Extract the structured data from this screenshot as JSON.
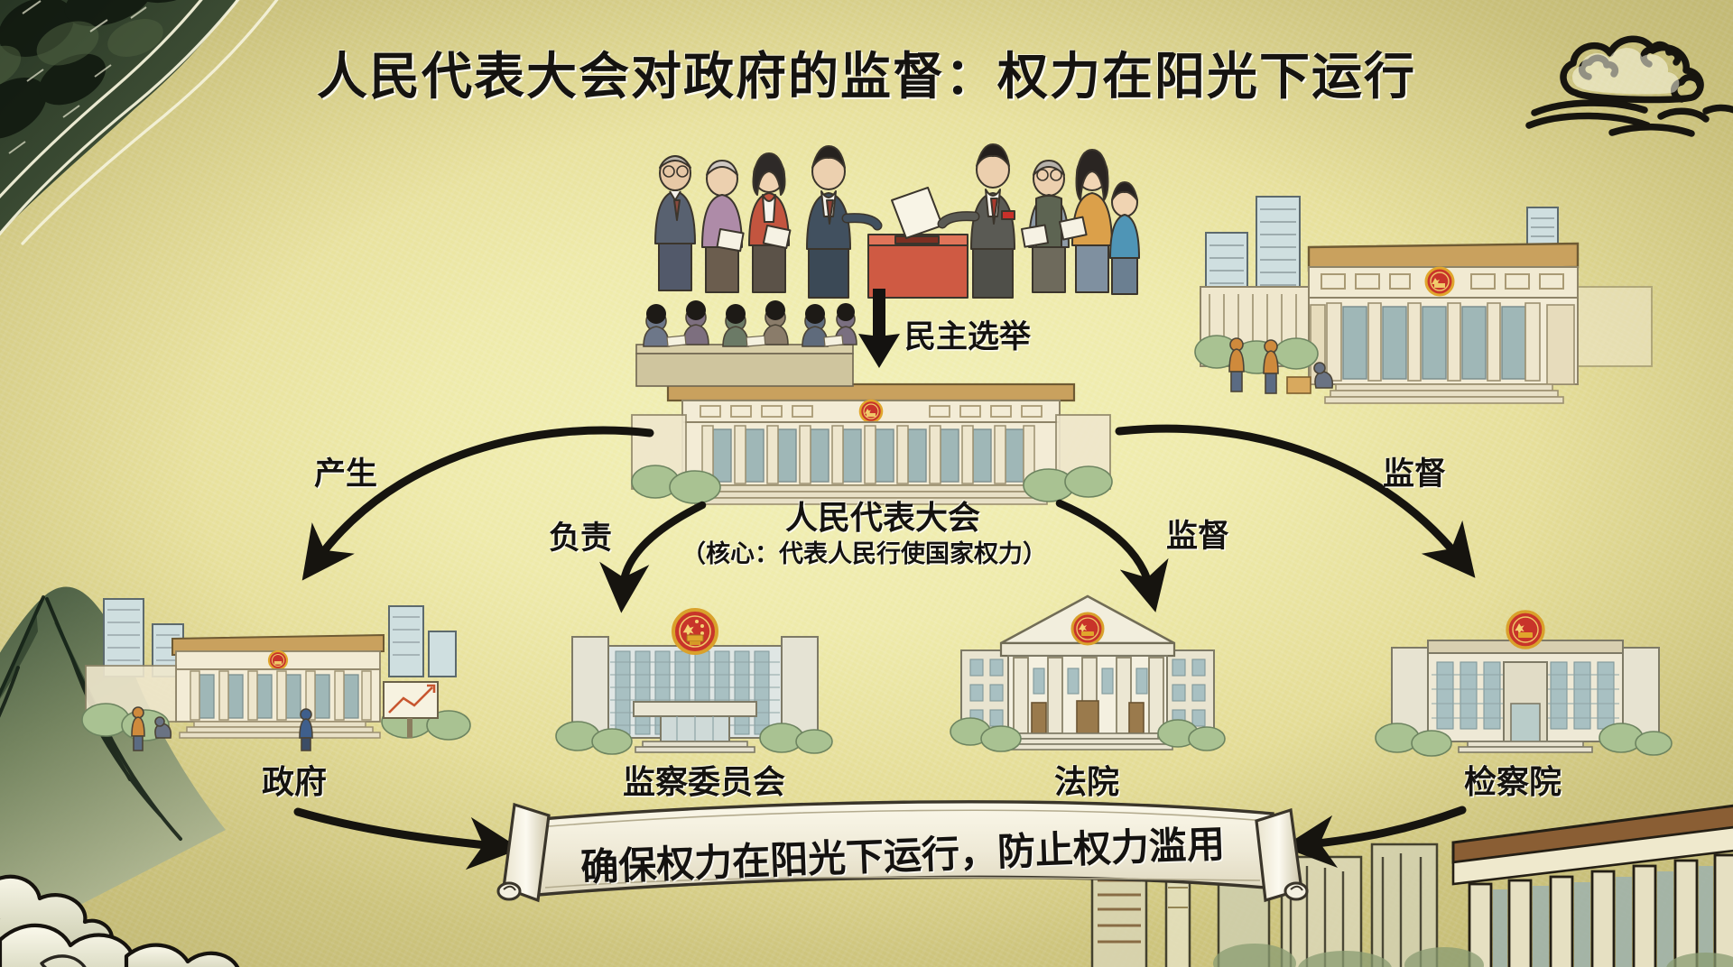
{
  "title": "人民代表大会对政府的监督：权力在阳光下运行",
  "center": {
    "name": "人民代表大会",
    "subtitle": "（核心：代表人民行使国家权力）"
  },
  "arrows": {
    "election": "民主选举",
    "produce": "产生",
    "responsible": "负责",
    "supervise_court": "监督",
    "supervise_procuratorate": "监督"
  },
  "nodes": [
    {
      "id": "government",
      "label": "政府"
    },
    {
      "id": "supervisory",
      "label": "监察委员会"
    },
    {
      "id": "court",
      "label": "法院"
    },
    {
      "id": "procuratorate",
      "label": "检察院"
    }
  ],
  "banner": {
    "text": "确保权力在阳光下运行，防止权力滥用"
  },
  "illustrations": {
    "voting_scene": "citizens-voting-ballot-box-illustration",
    "npc_hall_top": "great-hall-of-the-people-illustration",
    "npc_building_right": "national-congress-building-illustration",
    "cloud_motif": "auspicious-cloud-motif",
    "ink_foliage": "ink-wash-foliage",
    "ink_mountain": "ink-wash-mountain-cloud"
  },
  "colors": {
    "paper": "#efeab4",
    "paper_deep": "#ddd498",
    "ink": "#151310",
    "emblem_red": "#c8342a",
    "emblem_gold": "#e0a62c",
    "ballot_box": "#cf5a43",
    "building_stone": "#efe8d2",
    "building_shade": "#d7cdb0",
    "glass": "#b9cfcf",
    "tree_green": "#a9c292",
    "banner_paper": "#f0ecdc"
  }
}
